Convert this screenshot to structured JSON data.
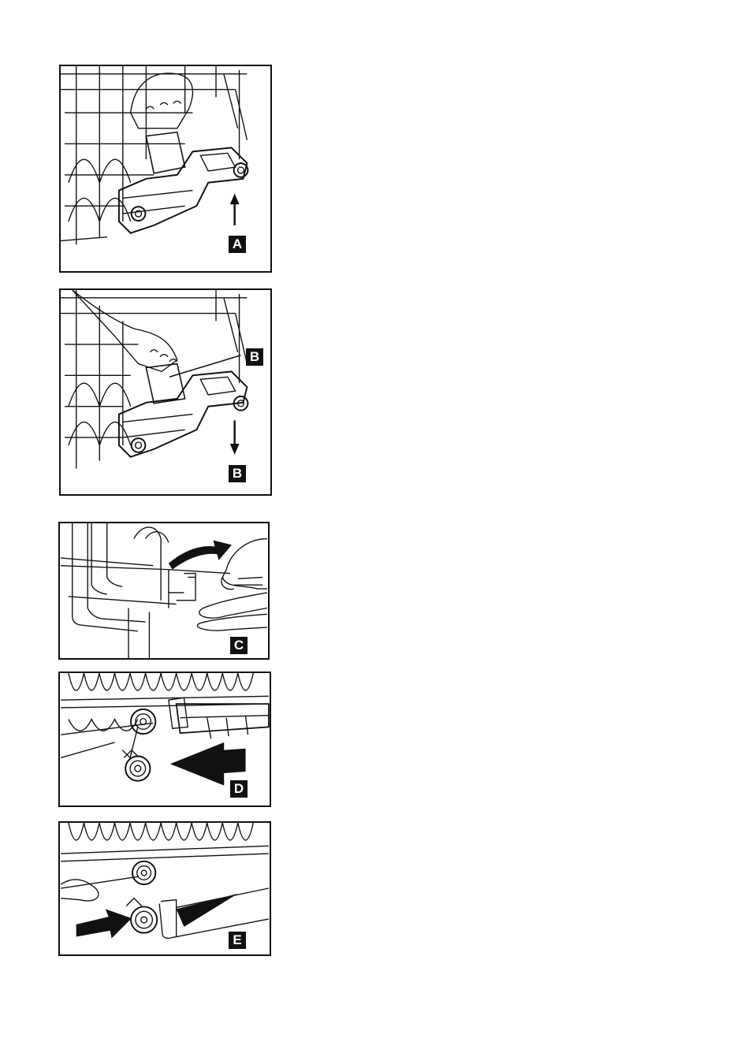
{
  "figures": [
    {
      "label": "A",
      "arrow": "up"
    },
    {
      "label": "B",
      "arrow": "down",
      "callout": "B"
    },
    {
      "label": "C",
      "arrow": "curved"
    },
    {
      "label": "D",
      "arrow": "left"
    },
    {
      "label": "E",
      "arrow": "right"
    }
  ],
  "colors": {
    "line": "#111111",
    "background": "#ffffff"
  }
}
